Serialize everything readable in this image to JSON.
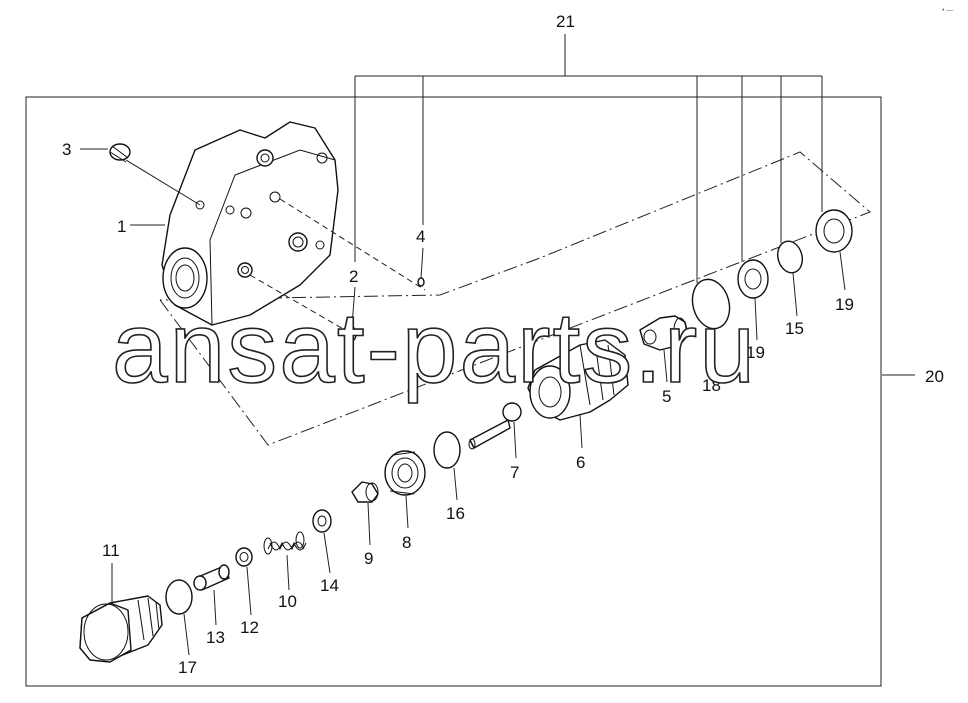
{
  "diagram": {
    "callouts": {
      "c1": "1",
      "c2": "2",
      "c3": "3",
      "c4": "4",
      "c5": "5",
      "c6": "6",
      "c7": "7",
      "c8": "8",
      "c9": "9",
      "c10": "10",
      "c11": "11",
      "c12": "12",
      "c13": "13",
      "c14": "14",
      "c15": "15",
      "c16": "16",
      "c17": "17",
      "c18": "18",
      "c19a": "19",
      "c19b": "19",
      "c20": "20",
      "c21": "21"
    },
    "watermark": "ansat-parts.ru",
    "corner_mark": "• —"
  }
}
